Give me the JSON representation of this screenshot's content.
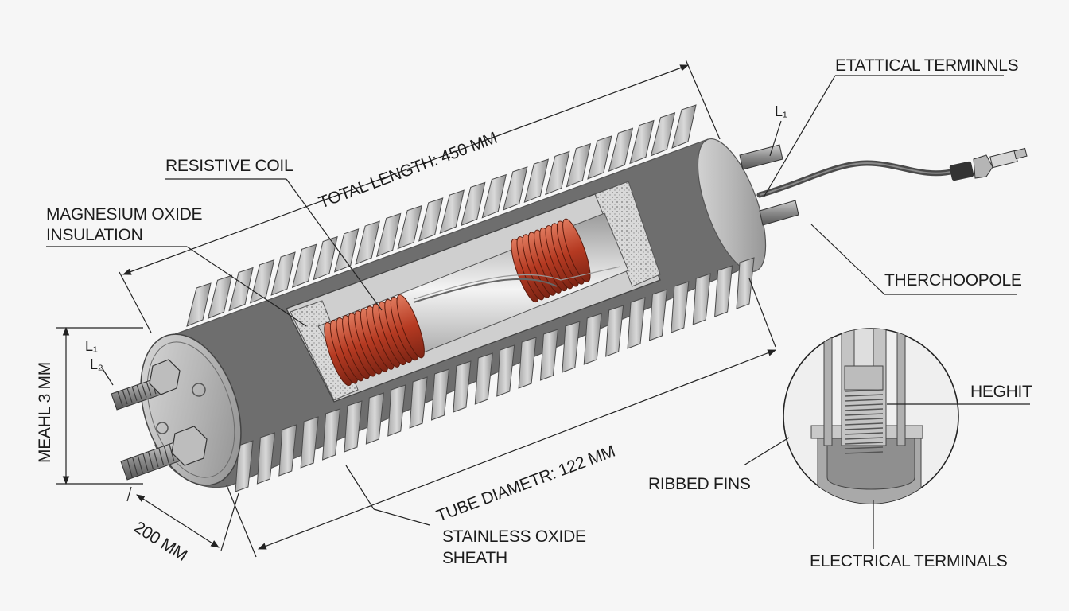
{
  "labels": {
    "resistive_coil": "RESISTIVE COIL",
    "total_length": "TOTAL LENGTH: 450 MM",
    "magnesium_oxide_line1": "MAGNESIUM OXIDE",
    "magnesium_oxide_line2": "INSULATION",
    "etattical_terminals": "ETATTICAL TERMINNLS",
    "l1_top": "L₁",
    "thermocouple": "THERCHOOPOLE",
    "l1_left": "L₁",
    "l2_left": "L₂",
    "height_dimension": "MEAHL 3 MM",
    "heght": "HEGHIT",
    "ribbed_fins": "RIBBED FINS",
    "tube_diameter": "TUBE DIAMETR: 122 MM",
    "stainless_sheath_line1": "STAINLESS OXIDE",
    "stainless_sheath_line2": "SHEATH",
    "width_dimension": "200 MM",
    "electrical_terminals": "ELECTRICAL TERMINALS"
  },
  "colors": {
    "coil": "#c0452c",
    "metal_light": "#e6e6e6",
    "metal_mid": "#b4b4b4",
    "metal_dark": "#7e7e7e",
    "line": "#2a2a2a",
    "background": "#f6f6f6"
  }
}
